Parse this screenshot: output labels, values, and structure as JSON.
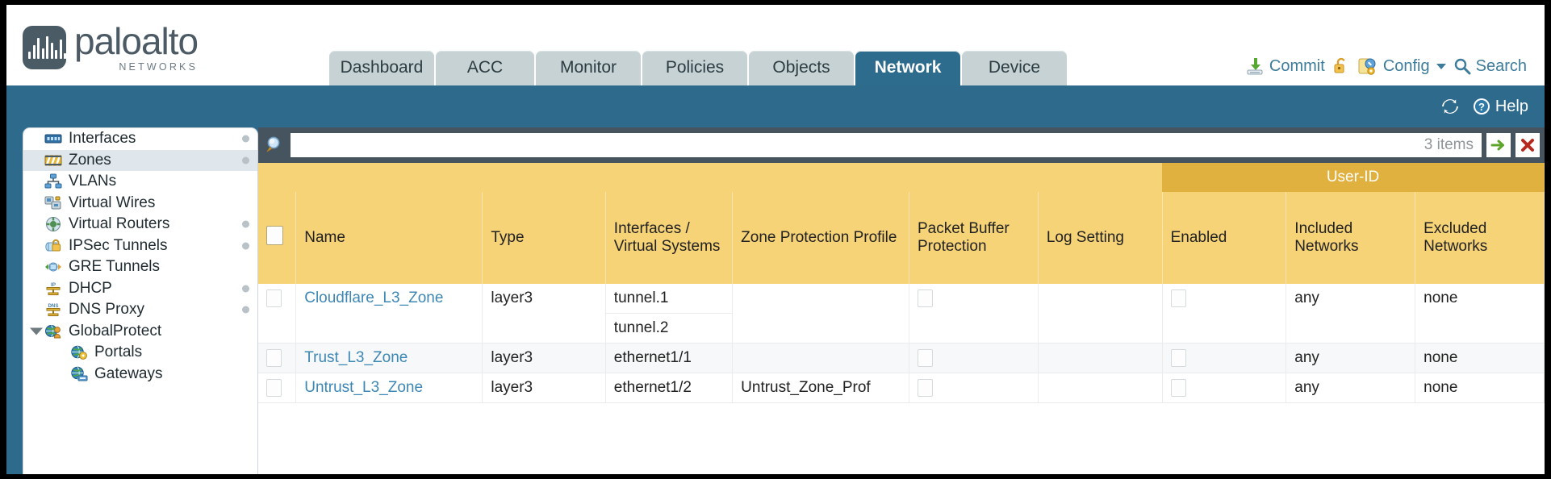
{
  "brand": {
    "name": "paloalto",
    "tagline": "NETWORKS",
    "mark": "paloalto-logo"
  },
  "nav": {
    "tabs": [
      {
        "label": "Dashboard",
        "active": false,
        "width": 130
      },
      {
        "label": "ACC",
        "active": false,
        "width": 122
      },
      {
        "label": "Monitor",
        "active": false,
        "width": 130
      },
      {
        "label": "Policies",
        "active": false,
        "width": 130
      },
      {
        "label": "Objects",
        "active": false,
        "width": 130
      },
      {
        "label": "Network",
        "active": true,
        "width": 130
      },
      {
        "label": "Device",
        "active": false,
        "width": 130
      }
    ]
  },
  "header_actions": {
    "commit": {
      "label": "Commit",
      "icon": "commit-icon"
    },
    "lock": {
      "icon": "unlock-icon"
    },
    "config": {
      "label": "Config",
      "icon": "config-wrench-icon",
      "caret": "chevron-down-icon"
    },
    "search": {
      "label": "Search",
      "icon": "search-icon"
    }
  },
  "band": {
    "refresh": {
      "icon": "refresh-icon"
    },
    "help": {
      "label": "Help",
      "icon": "help-icon"
    }
  },
  "sidebar": {
    "items": [
      {
        "label": "Interfaces",
        "icon": "interfaces-icon",
        "selected": false,
        "dot": true,
        "child": false,
        "twisty": false
      },
      {
        "label": "Zones",
        "icon": "zones-icon",
        "selected": true,
        "dot": true,
        "child": false,
        "twisty": false
      },
      {
        "label": "VLANs",
        "icon": "vlans-icon",
        "selected": false,
        "dot": false,
        "child": false,
        "twisty": false
      },
      {
        "label": "Virtual Wires",
        "icon": "virtual-wires-icon",
        "selected": false,
        "dot": false,
        "child": false,
        "twisty": false
      },
      {
        "label": "Virtual Routers",
        "icon": "virtual-routers-icon",
        "selected": false,
        "dot": true,
        "child": false,
        "twisty": false
      },
      {
        "label": "IPSec Tunnels",
        "icon": "ipsec-tunnels-icon",
        "selected": false,
        "dot": true,
        "child": false,
        "twisty": false
      },
      {
        "label": "GRE Tunnels",
        "icon": "gre-tunnels-icon",
        "selected": false,
        "dot": false,
        "child": false,
        "twisty": false
      },
      {
        "label": "DHCP",
        "icon": "dhcp-icon",
        "selected": false,
        "dot": true,
        "child": false,
        "twisty": false
      },
      {
        "label": "DNS Proxy",
        "icon": "dns-proxy-icon",
        "selected": false,
        "dot": true,
        "child": false,
        "twisty": false
      },
      {
        "label": "GlobalProtect",
        "icon": "globalprotect-icon",
        "selected": false,
        "dot": false,
        "child": false,
        "twisty": true
      },
      {
        "label": "Portals",
        "icon": "portals-icon",
        "selected": false,
        "dot": false,
        "child": true,
        "twisty": false
      },
      {
        "label": "Gateways",
        "icon": "gateways-icon",
        "selected": false,
        "dot": false,
        "child": true,
        "twisty": false
      }
    ]
  },
  "search": {
    "value": "",
    "placeholder": "",
    "icon": "search-magnifier-icon",
    "item_count": "3 items",
    "apply_icon": "green-arrow-icon",
    "clear_icon": "red-x-icon"
  },
  "table": {
    "group_header": {
      "label": "User-ID",
      "span": 3
    },
    "columns": [
      {
        "key": "check",
        "label": "",
        "width": 38
      },
      {
        "key": "name",
        "label": "Name",
        "width": 188
      },
      {
        "key": "type",
        "label": "Type",
        "width": 124
      },
      {
        "key": "ifaces",
        "label": "Interfaces / Virtual Systems",
        "width": 128
      },
      {
        "key": "zpp",
        "label": "Zone Protection Profile",
        "width": 178
      },
      {
        "key": "pbp",
        "label": "Packet Buffer Protection",
        "width": 130
      },
      {
        "key": "log",
        "label": "Log Setting",
        "width": 125
      },
      {
        "key": "enabled",
        "label": "Enabled",
        "width": 125
      },
      {
        "key": "incl",
        "label": "Included Networks",
        "width": 130
      },
      {
        "key": "excl",
        "label": "Excluded Networks",
        "width": 130
      }
    ],
    "rows": [
      {
        "selected": false,
        "name": "Cloudflare_L3_Zone",
        "type": "layer3",
        "interfaces": [
          "tunnel.1",
          "tunnel.2"
        ],
        "zone_protection_profile": "",
        "packet_buffer_protection": false,
        "log_setting": "",
        "enabled": false,
        "included_networks": "any",
        "excluded_networks": "none"
      },
      {
        "selected": false,
        "name": "Trust_L3_Zone",
        "type": "layer3",
        "interfaces": [
          "ethernet1/1"
        ],
        "zone_protection_profile": "",
        "packet_buffer_protection": false,
        "log_setting": "",
        "enabled": false,
        "included_networks": "any",
        "excluded_networks": "none"
      },
      {
        "selected": false,
        "name": "Untrust_L3_Zone",
        "type": "layer3",
        "interfaces": [
          "ethernet1/2"
        ],
        "zone_protection_profile": "Untrust_Zone_Prof",
        "packet_buffer_protection": false,
        "log_setting": "",
        "enabled": false,
        "included_networks": "any",
        "excluded_networks": "none"
      }
    ]
  },
  "colors": {
    "brand_blue": "#2d6a8c",
    "tab_inactive": "#c6d2d4",
    "table_header": "#f7d377",
    "group_header": "#e0b13e",
    "link": "#3d87b5",
    "searchbar": "#46545f"
  }
}
